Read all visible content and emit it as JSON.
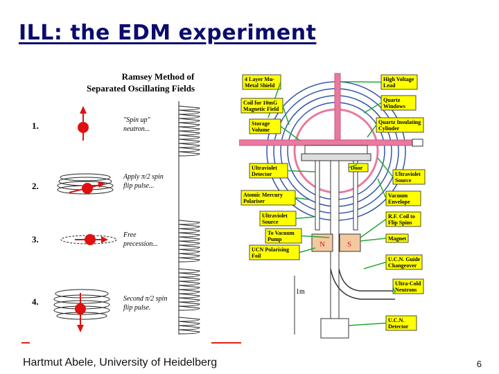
{
  "slide": {
    "title": "ILL: the EDM experiment",
    "footer": "Hartmut Abele, University of Heidelberg",
    "page_number": "6"
  },
  "ramsey": {
    "heading_line1": "Ramsey Method of",
    "heading_line2": "Separated Oscillating Fields",
    "steps": [
      {
        "number": "1.",
        "text1": "\"Spin up\"",
        "text2": "neutron..."
      },
      {
        "number": "2.",
        "text1": "Apply π/2 spin",
        "text2": "flip pulse..."
      },
      {
        "number": "3.",
        "text1": "Free",
        "text2": "precession..."
      },
      {
        "number": "4.",
        "text1": "Second π/2 spin",
        "text2": "flip pulse."
      }
    ]
  },
  "apparatus": {
    "labels_left": [
      {
        "l1": "4 Layer Mu-",
        "l2": "Metal Shield"
      },
      {
        "l1": "Coil for 10mG",
        "l2": "Magnetic Field"
      },
      {
        "l1": "Storage",
        "l2": "Volume"
      },
      {
        "l1": "Ultraviolet",
        "l2": "Detector"
      },
      {
        "l1": "Atomic Mercury",
        "l2": "Polariser"
      },
      {
        "l1": "Ultraviolet",
        "l2": "Source"
      },
      {
        "l1": "To Vacuum",
        "l2": "Pump"
      },
      {
        "l1": "UCN Polarising",
        "l2": "Foil"
      }
    ],
    "labels_right": [
      {
        "l1": "High Voltage",
        "l2": "Lead"
      },
      {
        "l1": "Quartz",
        "l2": "Windows"
      },
      {
        "l1": "Quartz Insulating",
        "l2": "Cylinder"
      },
      {
        "l1": "Door",
        "l2": ""
      },
      {
        "l1": "Ultraviolet",
        "l2": "Source"
      },
      {
        "l1": "Vacuum",
        "l2": "Envelope"
      },
      {
        "l1": "R.F. Coil to",
        "l2": "Flip Spins"
      },
      {
        "l1": "Magnet",
        "l2": ""
      },
      {
        "l1": "U.C.N. Guide",
        "l2": "Changeover"
      },
      {
        "l1": "Ultra-Cold",
        "l2": "Neutrons"
      },
      {
        "l1": "U.C.N.",
        "l2": "Detector"
      }
    ],
    "magnet_n": "N",
    "magnet_s": "S",
    "scale": "1m"
  },
  "colors": {
    "title": "#0b0b6e",
    "label_box": "#ffff00",
    "arrow": "#22aa33",
    "neutron": "#e01010",
    "coil_pink": "#e87aa0"
  }
}
